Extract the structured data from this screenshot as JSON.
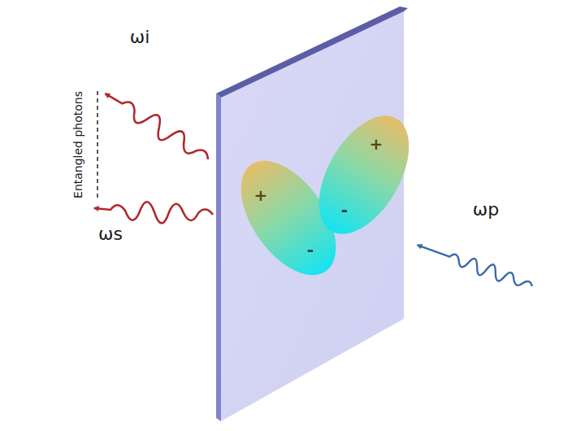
{
  "diagram": {
    "nodes": [
      {
        "text": [
          "+",
          "-"
        ]
      },
      {
        "text": [
          "+",
          "-"
        ]
      }
    ],
    "labels": [
      "ωi",
      "Entangled photons",
      "ωs",
      "ωp"
    ]
  }
}
